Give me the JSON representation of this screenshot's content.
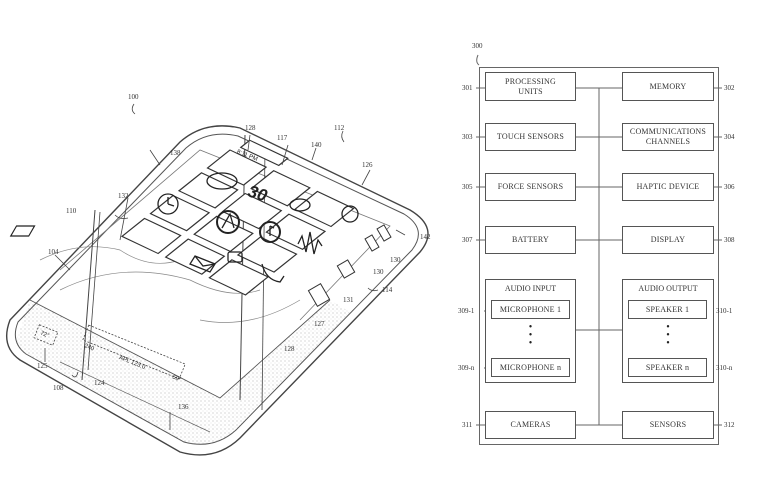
{
  "figure_left": {
    "device_ref": "100",
    "labels": {
      "r104": "104",
      "r108": "108",
      "r110": "110",
      "r112": "112",
      "r114": "114",
      "r117": "117",
      "r124": "124",
      "r125": "125",
      "r126": "126",
      "r127": "127",
      "r128a": "128",
      "r128b": "128",
      "r130a": "130",
      "r130b": "130",
      "r131": "131",
      "r132": "132",
      "r136": "136",
      "r138": "138",
      "r140": "140",
      "r142": "142"
    },
    "screen": {
      "time": "8:11 PM",
      "big_number": "30",
      "temperature": "72°",
      "ticker_value": "240",
      "ticker_stock": "APL 123.0",
      "ticker_temp": "59°"
    },
    "icons": [
      "chat-bubble-icon",
      "clock-icon",
      "compass-icon",
      "music-note-icon",
      "mail-icon",
      "tablet-icon",
      "camera-icon",
      "phone-icon",
      "waveform-icon",
      "lightbulb-icon",
      "badge-icon"
    ]
  },
  "figure_right": {
    "ref": "300",
    "blocks": {
      "processing": {
        "label": "PROCESSING UNITS",
        "ref": "301"
      },
      "memory": {
        "label": "MEMORY",
        "ref": "302"
      },
      "touch": {
        "label": "TOUCH SENSORS",
        "ref": "303"
      },
      "comms": {
        "label": "COMMUNICATIONS CHANNELS",
        "ref": "304"
      },
      "force": {
        "label": "FORCE SENSORS",
        "ref": "305"
      },
      "haptic": {
        "label": "HAPTIC DEVICE",
        "ref": "306"
      },
      "battery": {
        "label": "BATTERY",
        "ref": "307"
      },
      "display": {
        "label": "DISPLAY",
        "ref": "308"
      },
      "cameras": {
        "label": "CAMERAS",
        "ref": "311"
      },
      "sensors": {
        "label": "SENSORS",
        "ref": "312"
      }
    },
    "audio_input": {
      "title": "AUDIO INPUT",
      "first": {
        "label": "MICROPHONE 1",
        "ref": "309-1"
      },
      "last": {
        "label": "MICROPHONE n",
        "ref": "309-n"
      }
    },
    "audio_output": {
      "title": "AUDIO OUTPUT",
      "first": {
        "label": "SPEAKER 1",
        "ref": "310-1"
      },
      "last": {
        "label": "SPEAKER n",
        "ref": "310-n"
      }
    },
    "dots": "•\n•\n•"
  }
}
